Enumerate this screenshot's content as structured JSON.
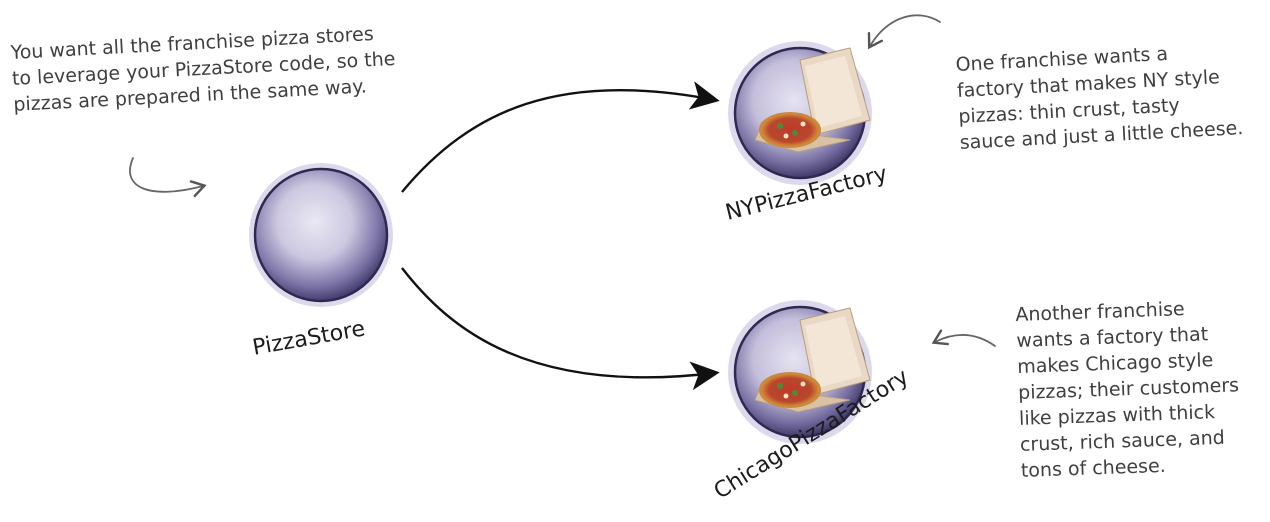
{
  "notes": {
    "left": [
      "You want all the franchise pizza stores",
      "to leverage your PizzaStore code, so the",
      "pizzas are prepared in the same way."
    ],
    "top_right": [
      "One franchise wants a",
      "factory that makes NY style",
      "pizzas: thin crust, tasty",
      "sauce and just a little cheese."
    ],
    "bottom_right": [
      "Another franchise",
      "wants a factory that",
      "makes Chicago style",
      "pizzas; their customers",
      "like pizzas with thick",
      "crust, rich sauce, and",
      "tons of cheese."
    ]
  },
  "nodes": {
    "pizzastore": {
      "label": "PizzaStore"
    },
    "ny": {
      "label": "NYPizzaFactory"
    },
    "chicago": {
      "label": "ChicagoPizzaFactory"
    }
  },
  "colors": {
    "sphere_dark": "#3b3566",
    "sphere_mid": "#8f88b5",
    "sphere_light": "#dcd8ec",
    "halo": "#c9c3e2",
    "arrow": "#111111",
    "note_text": "#3f3f3f"
  }
}
